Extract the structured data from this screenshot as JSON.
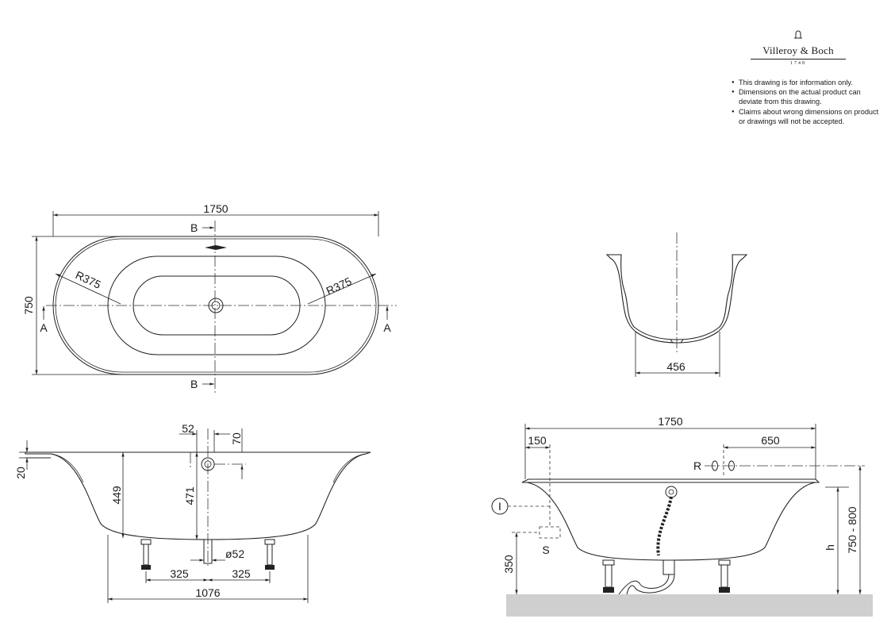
{
  "brand": {
    "name": "Villeroy & Boch",
    "year": "1748"
  },
  "disclaimer": [
    "This drawing is for information only.",
    "Dimensions on the actual product can deviate from this drawing.",
    "Claims about wrong dimensions on product or drawings will not be accepted."
  ],
  "top_view": {
    "length": "1750",
    "width": "750",
    "radius_left": "R375",
    "radius_right": "R375",
    "section_a_left": "A",
    "section_a_right": "A",
    "section_b_top": "B",
    "section_b_bottom": "B"
  },
  "cross_section": {
    "base_width": "456"
  },
  "side_view_left": {
    "overflow_offset": "52",
    "overflow_height": "70",
    "rim": "20",
    "inner_depth": "449",
    "overflow_depth": "471",
    "drain_diameter": "ø52",
    "foot_left": "325",
    "foot_right": "325",
    "foot_span": "1076"
  },
  "side_view_right": {
    "length": "1750",
    "offset_left": "150",
    "offset_right": "650",
    "r_label": "R",
    "s_label": "S",
    "marker_label": "I",
    "base_height": "350",
    "h_label": "h",
    "height_range": "750 - 800"
  }
}
